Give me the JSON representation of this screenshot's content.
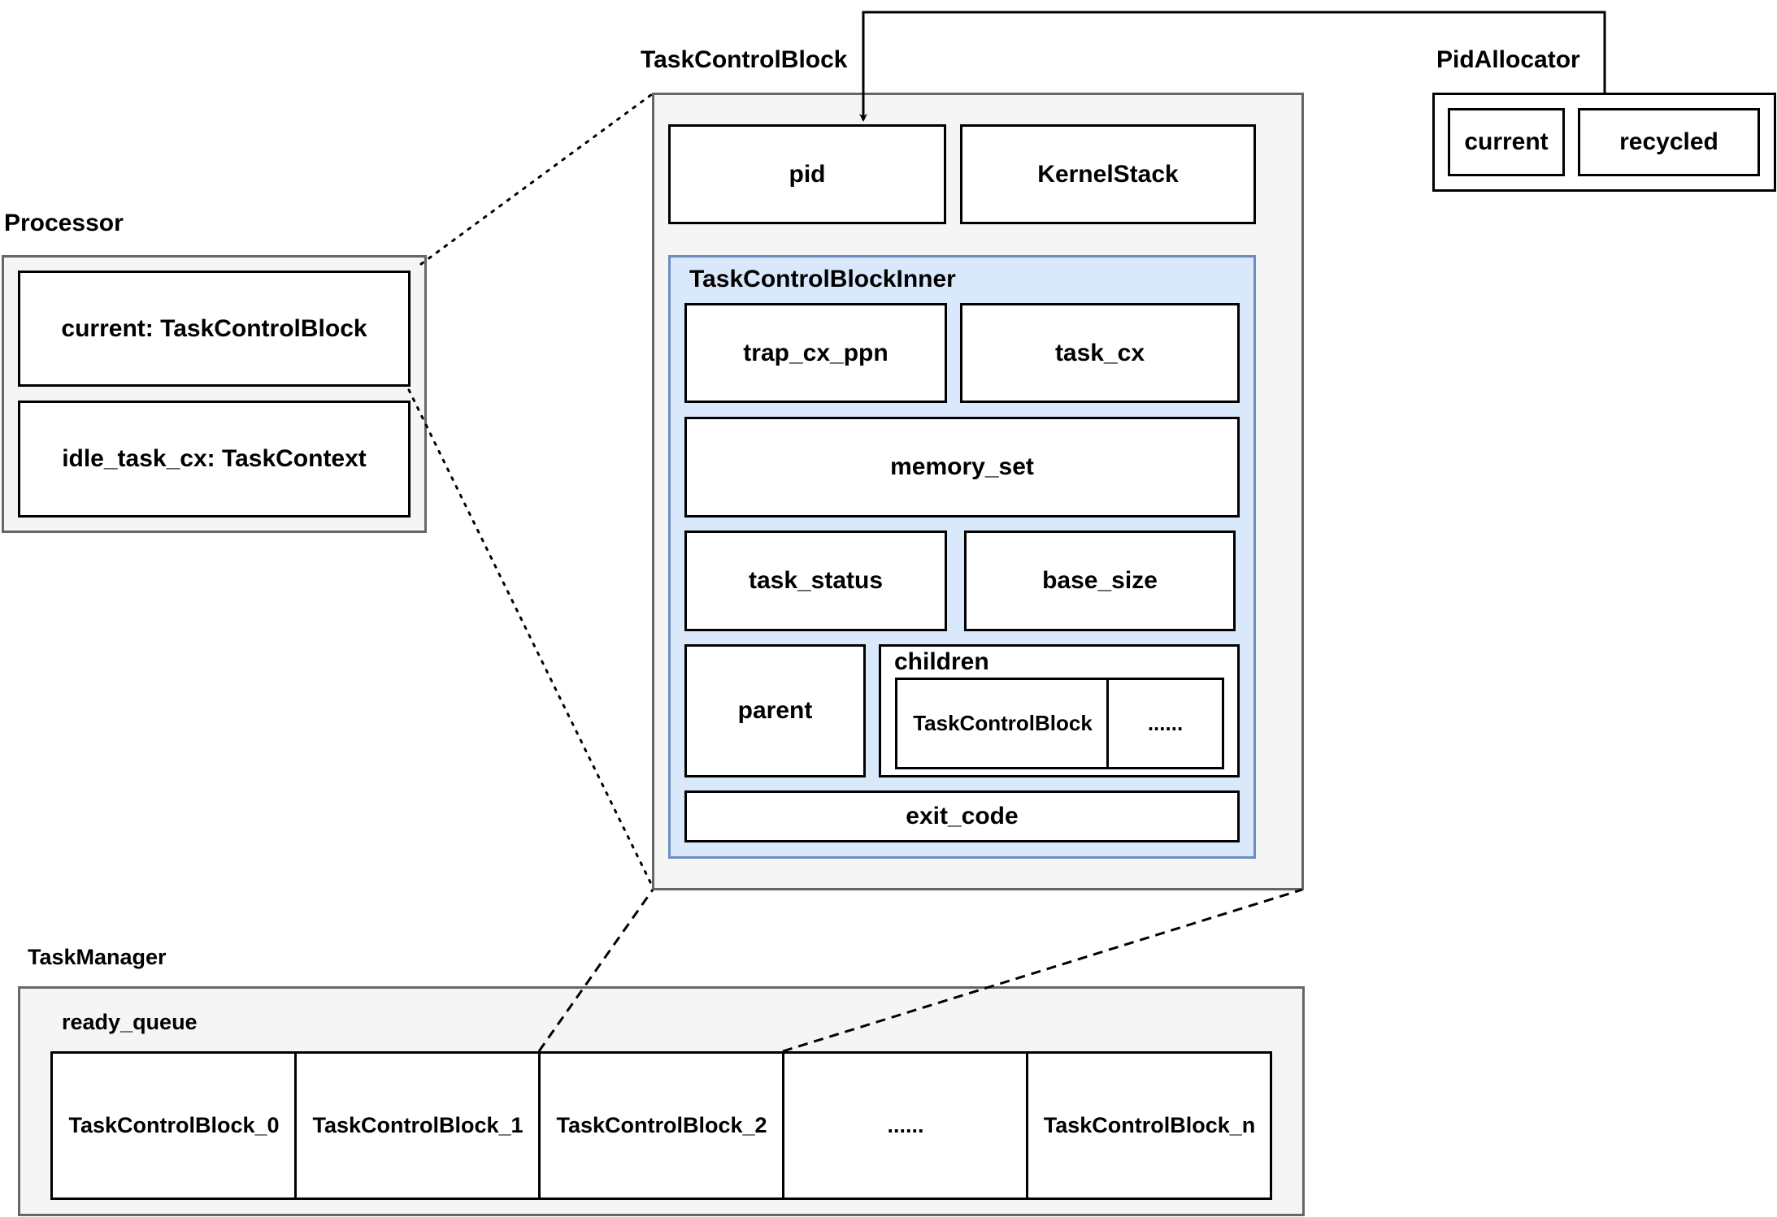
{
  "processor": {
    "title": "Processor",
    "current": "current: TaskControlBlock",
    "idle_task_cx": "idle_task_cx: TaskContext"
  },
  "tcb": {
    "title": "TaskControlBlock",
    "pid": "pid",
    "kernel_stack": "KernelStack",
    "inner": {
      "title": "TaskControlBlockInner",
      "trap_cx_ppn": "trap_cx_ppn",
      "task_cx": "task_cx",
      "memory_set": "memory_set",
      "task_status": "task_status",
      "base_size": "base_size",
      "parent": "parent",
      "children": {
        "title": "children",
        "items": [
          "TaskControlBlock",
          "......"
        ]
      },
      "exit_code": "exit_code"
    }
  },
  "pid_allocator": {
    "title": "PidAllocator",
    "current": "current",
    "recycled": "recycled"
  },
  "task_manager": {
    "title": "TaskManager",
    "queue_label": "ready_queue",
    "queue": [
      "TaskControlBlock_0",
      "TaskControlBlock_1",
      "TaskControlBlock_2",
      "......",
      "TaskControlBlock_n"
    ]
  },
  "colors": {
    "group_fill": "#f5f5f5",
    "group_border": "#666666",
    "inner_fill": "#dae8fc",
    "inner_border": "#6c8ebf"
  }
}
